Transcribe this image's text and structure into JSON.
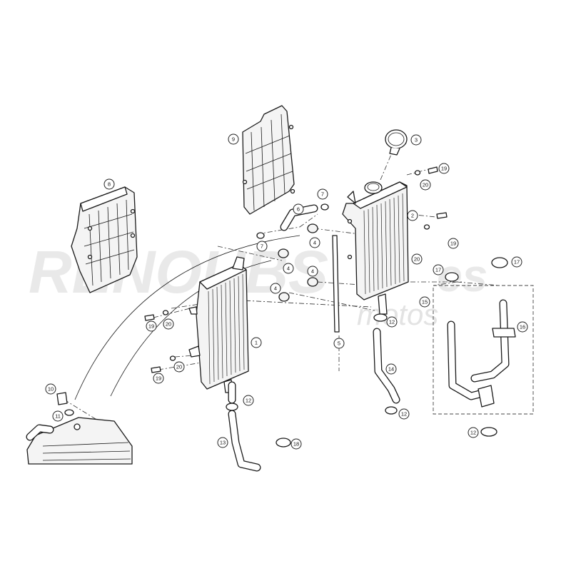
{
  "watermark": {
    "brand": "RENOUBS",
    "suffix": "es",
    "sub": "motos"
  },
  "callouts": [
    {
      "id": "c1",
      "label": "1"
    },
    {
      "id": "c2",
      "label": "2"
    },
    {
      "id": "c3",
      "label": "3"
    },
    {
      "id": "c4a",
      "label": "4"
    },
    {
      "id": "c4b",
      "label": "4"
    },
    {
      "id": "c4c",
      "label": "4"
    },
    {
      "id": "c4d",
      "label": "4"
    },
    {
      "id": "c5",
      "label": "5"
    },
    {
      "id": "c6",
      "label": "6"
    },
    {
      "id": "c7a",
      "label": "7"
    },
    {
      "id": "c7b",
      "label": "7"
    },
    {
      "id": "c8",
      "label": "8"
    },
    {
      "id": "c9",
      "label": "9"
    },
    {
      "id": "c10",
      "label": "10"
    },
    {
      "id": "c11",
      "label": "11"
    },
    {
      "id": "c12a",
      "label": "12"
    },
    {
      "id": "c12b",
      "label": "12"
    },
    {
      "id": "c12c",
      "label": "12"
    },
    {
      "id": "c12d",
      "label": "12"
    },
    {
      "id": "c13",
      "label": "13"
    },
    {
      "id": "c14",
      "label": "14"
    },
    {
      "id": "c15",
      "label": "15"
    },
    {
      "id": "c16",
      "label": "16"
    },
    {
      "id": "c17a",
      "label": "17"
    },
    {
      "id": "c17b",
      "label": "17"
    },
    {
      "id": "c18",
      "label": "18"
    },
    {
      "id": "c19a",
      "label": "19"
    },
    {
      "id": "c19b",
      "label": "19"
    },
    {
      "id": "c19c",
      "label": "19"
    },
    {
      "id": "c19d",
      "label": "19"
    },
    {
      "id": "c20a",
      "label": "20"
    },
    {
      "id": "c20b",
      "label": "20"
    },
    {
      "id": "c20c",
      "label": "20"
    },
    {
      "id": "c20d",
      "label": "20"
    }
  ]
}
